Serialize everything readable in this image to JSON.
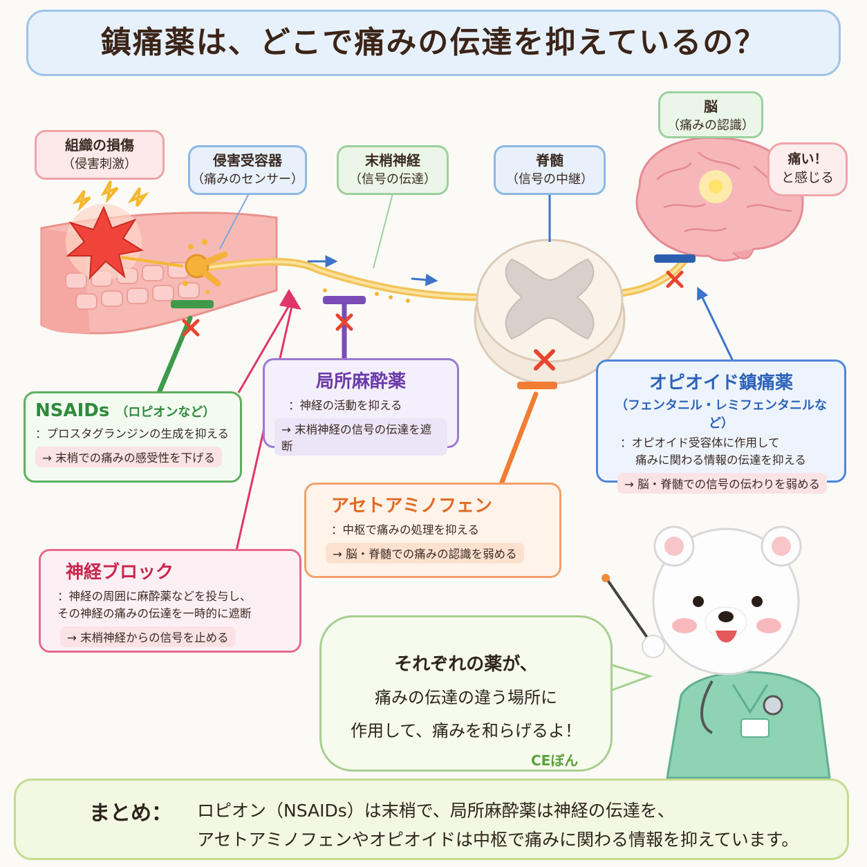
{
  "title": "鎮痛薬は、どこで痛みの伝達を抑えているの？",
  "labels": {
    "tissue": {
      "line1": "組織の損傷",
      "line2": "（侵害刺激）"
    },
    "receptor": {
      "line1": "侵害受容器",
      "line2": "（痛みのセンサー）"
    },
    "nerve": {
      "line1": "末梢神経",
      "line2": "（信号の伝達）"
    },
    "spinal": {
      "line1": "脊髄",
      "line2": "（信号の中継）"
    },
    "brain": {
      "line1": "脳",
      "line2": "（痛みの認識）"
    },
    "ouch": {
      "line1": "痛い！",
      "line2": "と感じる"
    }
  },
  "drugs": {
    "nsaids": {
      "name": "NSAIDs",
      "sub": "（ロピオンなど）",
      "desc": "：プロスタグランジンの生成を抑える",
      "effect": "→ 末梢での痛みの感受性を下げる"
    },
    "local": {
      "name": "局所麻酔薬",
      "desc": "：神経の活動を抑える",
      "effect": "→ 末梢神経の信号の伝達を遮断"
    },
    "acetaminophen": {
      "name": "アセトアミノフェン",
      "desc": "：中枢で痛みの処理を抑える",
      "effect": "→ 脳・脊髄での痛みの認識を弱める"
    },
    "opioid": {
      "name": "オピオイド鎮痛薬",
      "sub": "（フェンタニル・レミフェンタニルなど）",
      "desc1": "：オピオイド受容体に作用して",
      "desc2": "痛みに関わる情報の伝達を抑える",
      "effect": "→ 脳・脊髄での信号の伝わりを弱める"
    },
    "nerve_block": {
      "name": "神経ブロック",
      "desc1": "：神経の周囲に麻酔薬などを投与し、",
      "desc2": "その神経の痛みの伝達を一時的に遮断",
      "effect": "→ 末梢神経からの信号を止める"
    }
  },
  "speech": {
    "line1": "それぞれの薬が、",
    "line2": "痛みの伝達の違う場所に",
    "line3": "作用して、痛みを和らげるよ！"
  },
  "credit": "CEぼん",
  "summary": {
    "head": "まとめ：",
    "line1": "ロピオン（NSAIDs）は末梢で、局所麻酔薬は神経の伝達を、",
    "line2": "アセトアミノフェンやオピオイドは中枢で痛みに関わる情報を抑えています。"
  },
  "colors": {
    "nsaids": "#2f8a3a",
    "local": "#6a3aa8",
    "acetaminophen": "#e06a22",
    "opioid": "#2d63b8",
    "nerve_block": "#c8274e",
    "block_mark": "#e8452e"
  }
}
